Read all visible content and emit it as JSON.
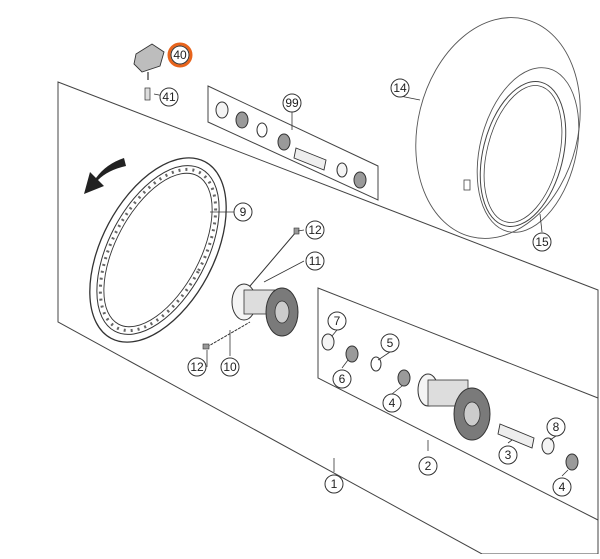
{
  "diagram": {
    "highlight_color": "#e8641c",
    "callouts": [
      {
        "id": "c40",
        "label": "40",
        "highlighted": true
      },
      {
        "id": "c41",
        "label": "41"
      },
      {
        "id": "c99",
        "label": "99"
      },
      {
        "id": "c14",
        "label": "14"
      },
      {
        "id": "c15",
        "label": "15"
      },
      {
        "id": "c9",
        "label": "9"
      },
      {
        "id": "c12a",
        "label": "12"
      },
      {
        "id": "c11",
        "label": "11"
      },
      {
        "id": "c12b",
        "label": "12"
      },
      {
        "id": "c10",
        "label": "10"
      },
      {
        "id": "c7",
        "label": "7"
      },
      {
        "id": "c6",
        "label": "6"
      },
      {
        "id": "c5",
        "label": "5"
      },
      {
        "id": "c4a",
        "label": "4"
      },
      {
        "id": "c8",
        "label": "8"
      },
      {
        "id": "c3",
        "label": "3"
      },
      {
        "id": "c4b",
        "label": "4"
      },
      {
        "id": "c2",
        "label": "2"
      },
      {
        "id": "c1",
        "label": "1"
      }
    ]
  }
}
